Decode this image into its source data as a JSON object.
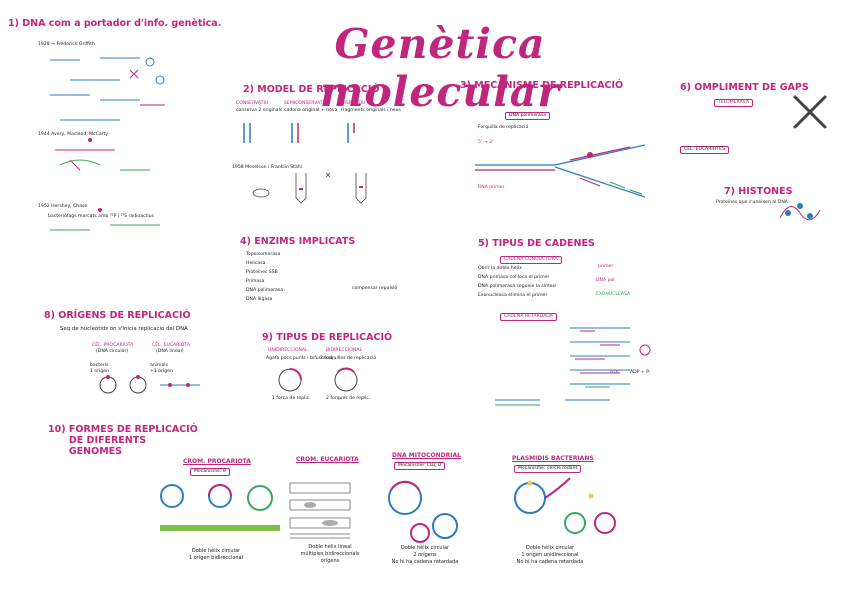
{
  "title": "Genètica molecular",
  "colors": {
    "accent": "#c0267d",
    "dna_blue": "#2a7bc0",
    "primer_green": "#3aa65a",
    "text": "#1a1a1a"
  },
  "sections": {
    "s1": {
      "num": "1)",
      "title": "DNA com a portador d'info. genètica.",
      "notes": [
        "1928 → Frederick Griffith",
        "1944 Avery, Macleod, McCarty",
        "1952 Hershey, Chase",
        "bacteriòfags marcats amb ³²P i ³⁵S radioactius"
      ]
    },
    "s2": {
      "num": "2)",
      "title": "MODEL DE REPLICACIÓ",
      "models": [
        {
          "name": "CONSERVATIU",
          "desc": "conserva 2 originals"
        },
        {
          "name": "SEMICONSERVATIU",
          "desc": "cadena original + nova"
        },
        {
          "name": "DISPERSIU",
          "desc": "fragments originals i nous"
        }
      ],
      "experiment": "1958 Meselson i Franklin Stahl"
    },
    "s3": {
      "num": "3)",
      "title": "MECANISME DE REPLICACIÓ",
      "notes": [
        "DNA polimerasa",
        "Forquilla de replicació",
        "5' → 3'",
        "RNA primer"
      ]
    },
    "s4": {
      "num": "4)",
      "title": "ENZIMS IMPLICATS",
      "enzymes": [
        "Topoisomerasa",
        "Helicasa",
        "Proteïnes SSB",
        "Primasa",
        "DNA polimerasa",
        "DNA lligasa"
      ],
      "side": "compensar repulsió"
    },
    "s5": {
      "num": "5)",
      "title": "TIPUS DE CADENES",
      "leading": "CADENA CONDUCTORA",
      "lagging": "CADENA RETARDADA",
      "steps": [
        "Obrir la doble hèlix",
        "DNA primasa col·loca el primer",
        "DNA polimerasa segueix la síntesi",
        "Exonucleasa elimina el primer"
      ],
      "labels": [
        "primer",
        "DNA pol",
        "EXONUCLEASA",
        "ATP",
        "ADP + Pᵢ"
      ]
    },
    "s6": {
      "num": "6)",
      "title": "OMPLIMENT DE GAPS",
      "box": "TELOMERASA",
      "cells": "CÈL. EUCARIOTES"
    },
    "s7": {
      "num": "7)",
      "title": "HISTONES",
      "note": "Proteïnes que s'uneixen al DNA"
    },
    "s8": {
      "num": "8)",
      "title": "ORÍGENS DE REPLICACIÓ",
      "subtitle": "Seq de nucleòtids on s'inicia replicació del DNA",
      "cols": [
        {
          "head": "CÈL. PROCARIOTA",
          "sub": "(DNA circular)",
          "a": "bacteris",
          "b": "1 origen"
        },
        {
          "head": "CÈL. EUCARIOTA",
          "sub": "(DNA lineal)",
          "a": "animals",
          "b": "+1 origen"
        }
      ]
    },
    "s9": {
      "num": "9)",
      "title": "TIPUS DE REPLICACIÓ",
      "cols": [
        {
          "head": "UNIDIRECCIONAL",
          "a": "Agafa pocs punts i bifurcació",
          "b": "1 forca de replic."
        },
        {
          "head": "BIDIRECCIONAL",
          "a": "2 forquilles de replicació",
          "b": "2 forques de replic."
        }
      ]
    },
    "s10": {
      "num": "10)",
      "title": "FORMES DE REPLICACIÓ DE DIFERENTS GENOMES",
      "panels": [
        {
          "head": "CROM. PROCARIOTA",
          "mech": "Mecanisme: θ",
          "cap1": "Doble hèlix circular",
          "cap2": "1 origen bidireccional",
          "cap3": ""
        },
        {
          "head": "CROM. EUCARIOTA",
          "mech": "",
          "cap1": "Doble hèlix lineal",
          "cap2": "múltiples bidireccionals",
          "cap3": "orígens"
        },
        {
          "head": "DNA MITOCONDRIAL",
          "mech": "Mecanisme: Llaç D",
          "cap1": "Doble hèlix circular",
          "cap2": "2 orígens",
          "cap3": "No hi ha cadena retardada"
        },
        {
          "head": "PLASMIDIS BACTERIANS",
          "mech": "Mecanisme: cercle rodant",
          "cap1": "Doble hèlix circular",
          "cap2": "1 origen unidireccional",
          "cap3": "No hi ha cadena retardada"
        }
      ]
    }
  }
}
